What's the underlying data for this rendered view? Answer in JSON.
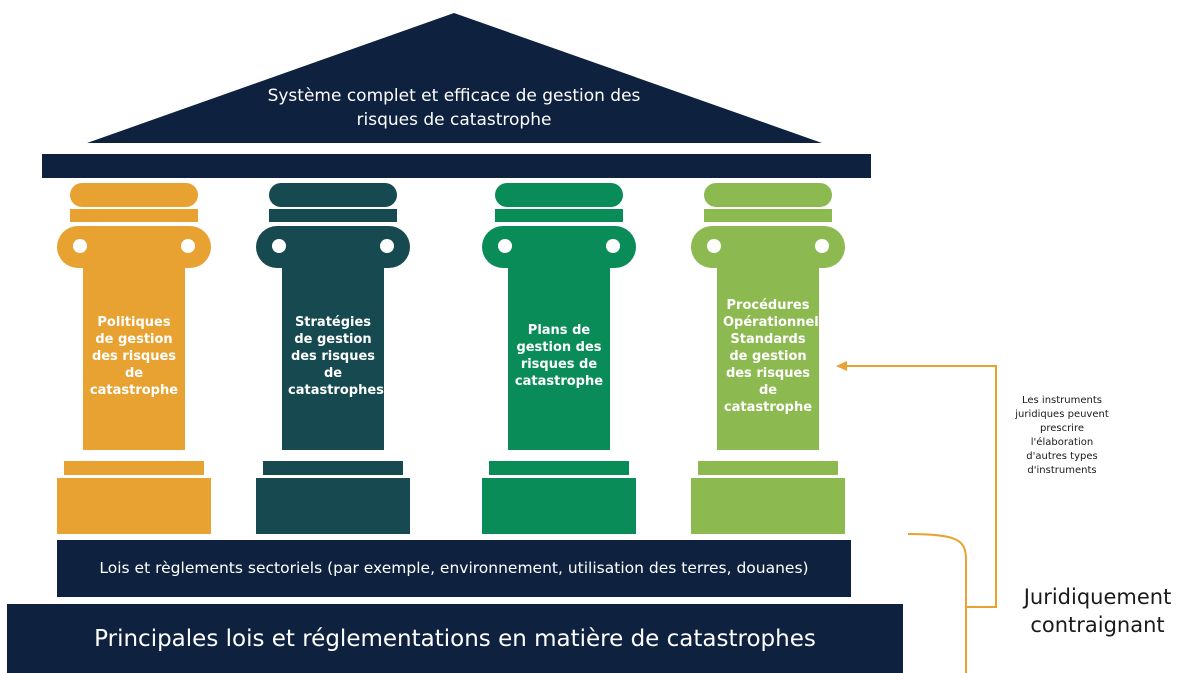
{
  "roof": {
    "title": "Système complet et efficace de gestion des risques de catastrophe"
  },
  "pillars": [
    {
      "label": "Politiques de gestion des risques de catastrophe",
      "color": "#e8a232",
      "band_color": "#e8a232"
    },
    {
      "label": "Stratégies de gestion des risques de catastrophes",
      "color": "#164a50",
      "band_color": "#164a50"
    },
    {
      "label": "Plans de gestion des risques de catastrophe",
      "color": "#0a8c58",
      "band_color": "#0a8c58"
    },
    {
      "label": "Procédures Opérationnelles Standards de gestion des risques de catastrophe",
      "color": "#8cba50",
      "band_color": "#8cba50"
    }
  ],
  "sector_laws": "Lois et règlements sectoriels (par exemple, environnement, utilisation des terres, douanes)",
  "main_laws": "Principales lois et réglementations en matière de catastrophes",
  "note": "Les instruments juridiques peuvent prescrire l'élaboration d'autres types d'instruments",
  "legally_binding": "Juridiquement contraignant",
  "colors": {
    "navy": "#0e2240",
    "annotation_line": "#e8a232"
  }
}
